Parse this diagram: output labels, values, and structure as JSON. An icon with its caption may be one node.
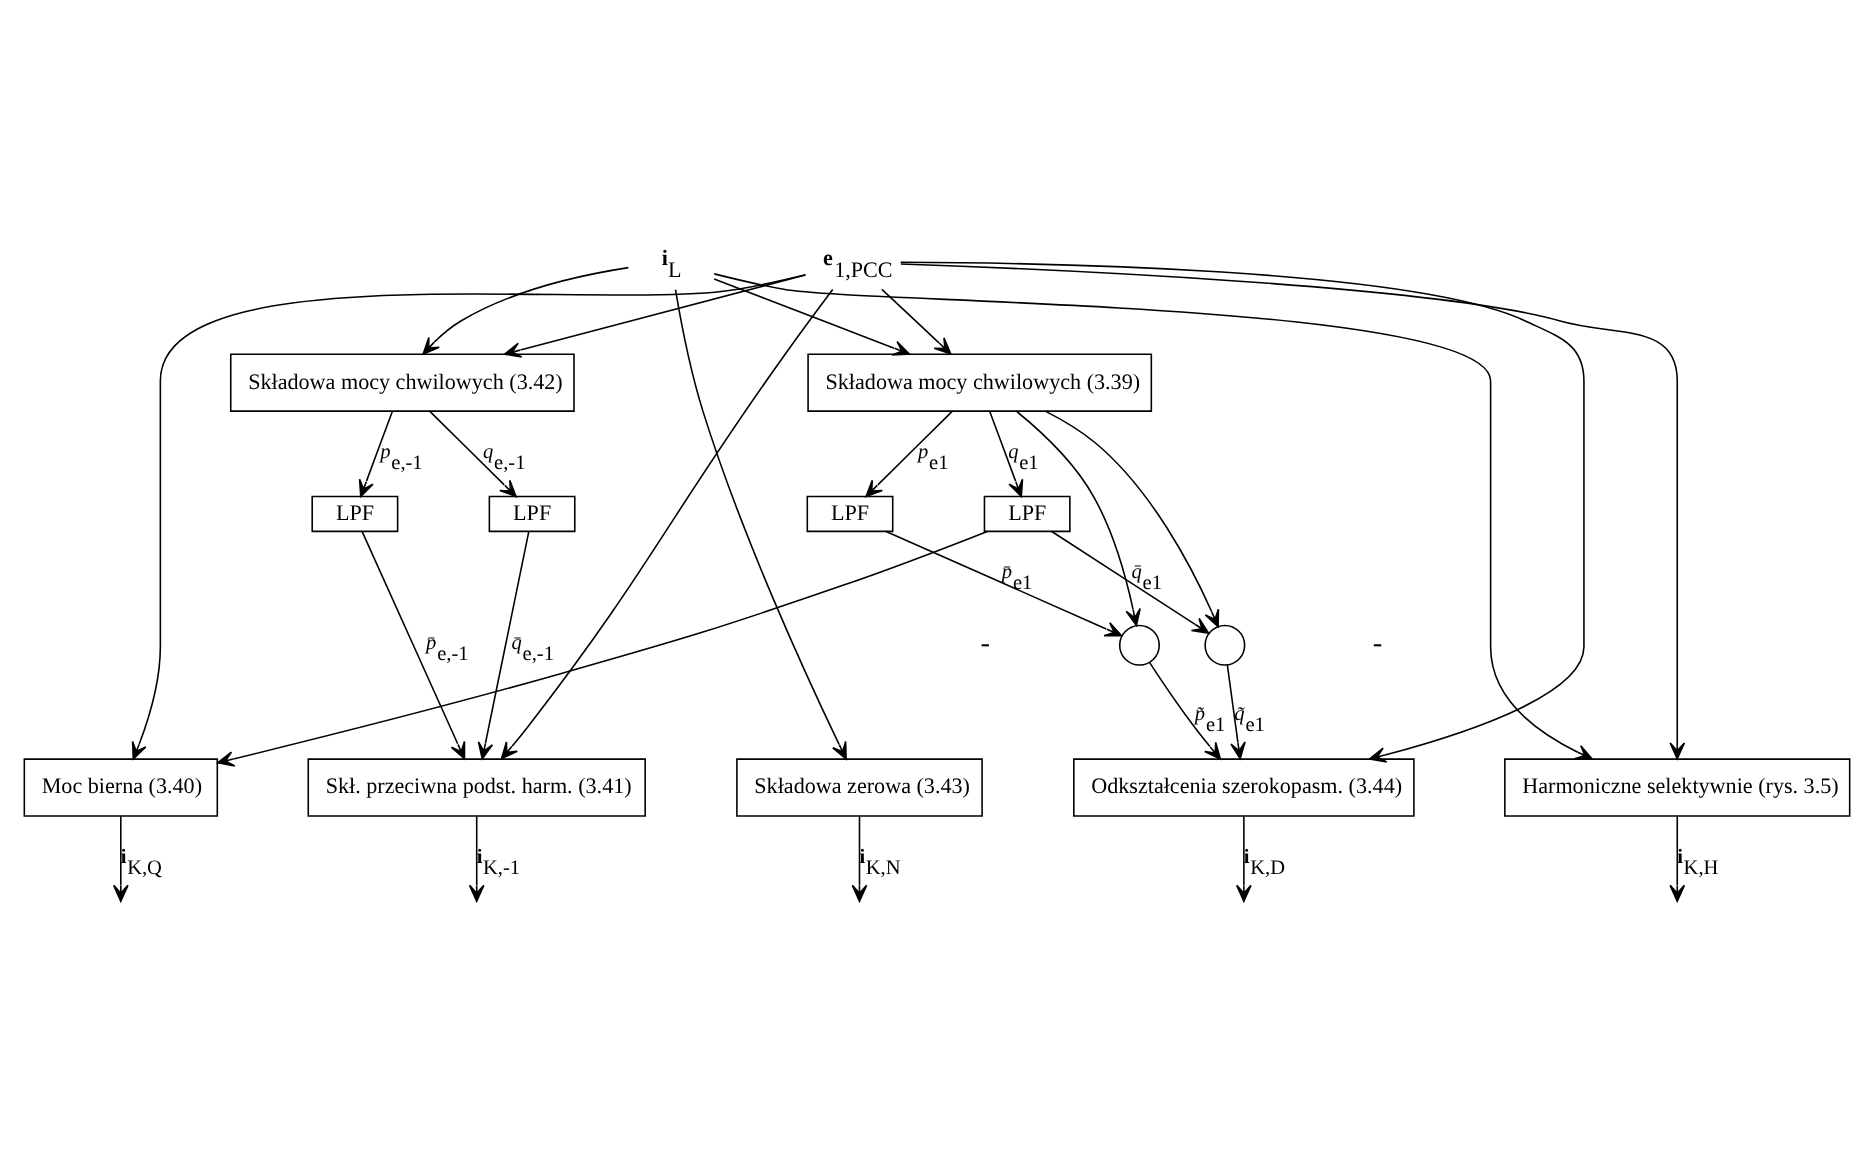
{
  "diagram": {
    "nodes": [
      {
        "text": [
          "**i**$_{L}$"
        ]
      },
      {
        "text": [
          "**e**$_{1,PCC}$"
        ]
      },
      {
        "text": [
          "Składowa mocy chwilowych (3.42)"
        ]
      },
      {
        "text": [
          "Składowa mocy chwilowych (3.39)"
        ]
      },
      {
        "text": [
          "LPF"
        ]
      },
      {
        "text": [
          "LPF"
        ]
      },
      {
        "text": [
          "LPF"
        ]
      },
      {
        "text": [
          "LPF"
        ]
      },
      {
        "text": [],
        "shape": "circle"
      },
      {
        "text": [],
        "shape": "circle"
      },
      {
        "text": [
          "Moc bierna (3.40)"
        ]
      },
      {
        "text": [
          "Skł. przeciwna podst. harm. (3.41)"
        ]
      },
      {
        "text": [
          "Składowa zerowa (3.43)"
        ]
      },
      {
        "text": [
          "Odkształcenia szerokopasm. (3.44)"
        ]
      },
      {
        "text": [
          "Harmoniczne selektywnie (rys. 3.5)"
        ]
      }
    ],
    "edges": [
      {
        "from": 0,
        "to": 2,
        "arrow": "to"
      },
      {
        "from": 0,
        "to": 3,
        "arrow": "to"
      },
      {
        "from": 1,
        "to": 2,
        "arrow": "to"
      },
      {
        "from": 1,
        "to": 3,
        "arrow": "to"
      },
      {
        "from": 2,
        "to": 4,
        "arrow": "to",
        "label": "*p*$_{e,-1}$"
      },
      {
        "from": 2,
        "to": 5,
        "arrow": "to",
        "label": "*q*$_{e,-1}$"
      },
      {
        "from": 3,
        "to": 6,
        "arrow": "to",
        "label": "*p*$_{e1}$"
      },
      {
        "from": 3,
        "to": 7,
        "arrow": "to",
        "label": "*q*$_{e1}$"
      },
      {
        "from": 3,
        "to": 8,
        "arrow": "to"
      },
      {
        "from": 3,
        "to": 9,
        "arrow": "to"
      },
      {
        "from": 6,
        "to": 8,
        "arrow": "to",
        "label": "*p̄*$_{e1}$"
      },
      {
        "from": 7,
        "to": 9,
        "arrow": "to",
        "label": "*q̄*$_{e1}$"
      },
      {
        "from": 7,
        "to": 10,
        "arrow": "to"
      },
      {
        "from": 4,
        "to": 11,
        "arrow": "to",
        "label": "*p̄*$_{e,-1}$"
      },
      {
        "from": 5,
        "to": 11,
        "arrow": "to",
        "label": "*q̄*$_{e,-1}$"
      },
      {
        "from": 8,
        "to": 13,
        "arrow": "to",
        "label": "*p̃*$_{e1}$"
      },
      {
        "from": 9,
        "to": 13,
        "arrow": "to",
        "label": "*q̃*$_{e1}$"
      },
      {
        "from": 1,
        "to": 10,
        "arrow": "to"
      },
      {
        "from": 1,
        "to": 11,
        "arrow": "to"
      },
      {
        "from": 0,
        "to": 12,
        "arrow": "to"
      },
      {
        "from": 1,
        "to": 13,
        "arrow": "to"
      },
      {
        "from": 0,
        "to": 14,
        "arrow": "to"
      },
      {
        "from": 1,
        "to": 14,
        "arrow": "to"
      },
      {
        "from": 10,
        "to": null,
        "arrow": "to",
        "label": "**i**$_{K,Q}$"
      },
      {
        "from": 11,
        "to": null,
        "arrow": "to",
        "label": "**i**$_{K,-1}$"
      },
      {
        "from": 12,
        "to": null,
        "arrow": "to",
        "label": "**i**$_{K,N}$"
      },
      {
        "from": 13,
        "to": null,
        "arrow": "to",
        "label": "**i**$_{K,D}$"
      },
      {
        "from": 14,
        "to": null,
        "arrow": "to",
        "label": "**i**$_{K,H}$"
      }
    ],
    "labels": [
      "-",
      "-"
    ]
  }
}
